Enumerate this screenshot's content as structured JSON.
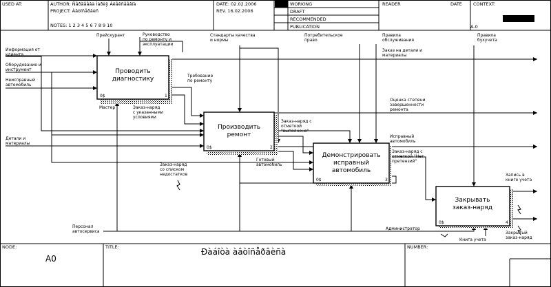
{
  "header": {
    "used_at_label": "USED AT:",
    "author": "AUTHOR: Ñåðãååâà Ìàðèÿ Àëåêñååâíà",
    "project": "PROJECT: Àâòîñåðâèñ",
    "notes": "NOTES: 1 2 3 4 5 6 7 8 9 10",
    "date": "DATE: 02.02.2006",
    "rev": "REV.   16.02.2006",
    "status_working": "WORKING",
    "status_draft": "DRAFT",
    "status_recommended": "RECOMMENDED",
    "status_publication": "PUBLICATION",
    "reader_label": "READER",
    "date_label": "DATE",
    "context_label": "CONTEXT:",
    "context_node": "A-0"
  },
  "footer": {
    "node_label": "NODE:",
    "node_value": "A0",
    "title_label": "TITLE:",
    "title_value": "Ðàáîòà àâòîñåðâèñà",
    "number_label": "NUMBER:"
  },
  "boxes": [
    {
      "id": "b1",
      "lines": [
        "Проводить",
        "диагностику"
      ],
      "cost": "0$",
      "num": "1"
    },
    {
      "id": "b2",
      "lines": [
        "Производить",
        "ремонт"
      ],
      "cost": "0$",
      "num": "2"
    },
    {
      "id": "b3",
      "lines": [
        "Демонстрировать",
        "исправный",
        "автомобиль"
      ],
      "cost": "0$",
      "num": "3"
    },
    {
      "id": "b4",
      "lines": [
        "Закрывать",
        "заказ-наряд"
      ],
      "cost": "0$",
      "num": "4"
    }
  ],
  "labels": {
    "info_client": [
      "Информация от",
      "клиента"
    ],
    "equipment": [
      "Оборудование и",
      "инструмент"
    ],
    "faulty_car": [
      "Неисправный",
      "автомобиль"
    ],
    "parts": [
      "Детали и",
      "материалы"
    ],
    "pricelist": [
      "Прейскурант"
    ],
    "repair_manual": [
      "Руководство",
      "по ремонту и",
      "эксплуатации"
    ],
    "quality_standards": [
      "Стандарты качества",
      "и нормы"
    ],
    "consumer_law": [
      "Потребительское",
      "право"
    ],
    "service_rules": [
      "Правила",
      "обслуживания"
    ],
    "buffet_rules": [
      "Правила",
      "бухучета"
    ],
    "master": [
      "Мастер"
    ],
    "order_indicated": [
      "Заказ-наряд",
      "с указанными",
      "условиями"
    ],
    "repair_requirements": [
      "Требование",
      "по ремонту"
    ],
    "parts_order": [
      "Заказ на детали и",
      "материалы"
    ],
    "quality_assessment": [
      "Оценка степени",
      "завершенности",
      "ремонта"
    ],
    "order_done": [
      "Заказ-наряд с",
      "отметкой",
      "\"выполнено\""
    ],
    "repaired_car": [
      "Исправный",
      "автомобиль"
    ],
    "finished_car": [
      "Готовый",
      "автомобиль"
    ],
    "order_no_claims": [
      "Заказ-наряд с",
      "отметкой \"Нет",
      "претензий\""
    ],
    "order_defects": [
      "Заказ-наряд",
      "со списком",
      "недостатков"
    ],
    "book_entry": [
      "Запись в",
      "книге учета"
    ],
    "closed_order": [
      "Закрытый",
      "заказ-наряд"
    ],
    "admin": [
      "Администратор"
    ],
    "account_book": [
      "Книга учета"
    ],
    "personnel": [
      "Персонал",
      "автосервиса"
    ]
  }
}
